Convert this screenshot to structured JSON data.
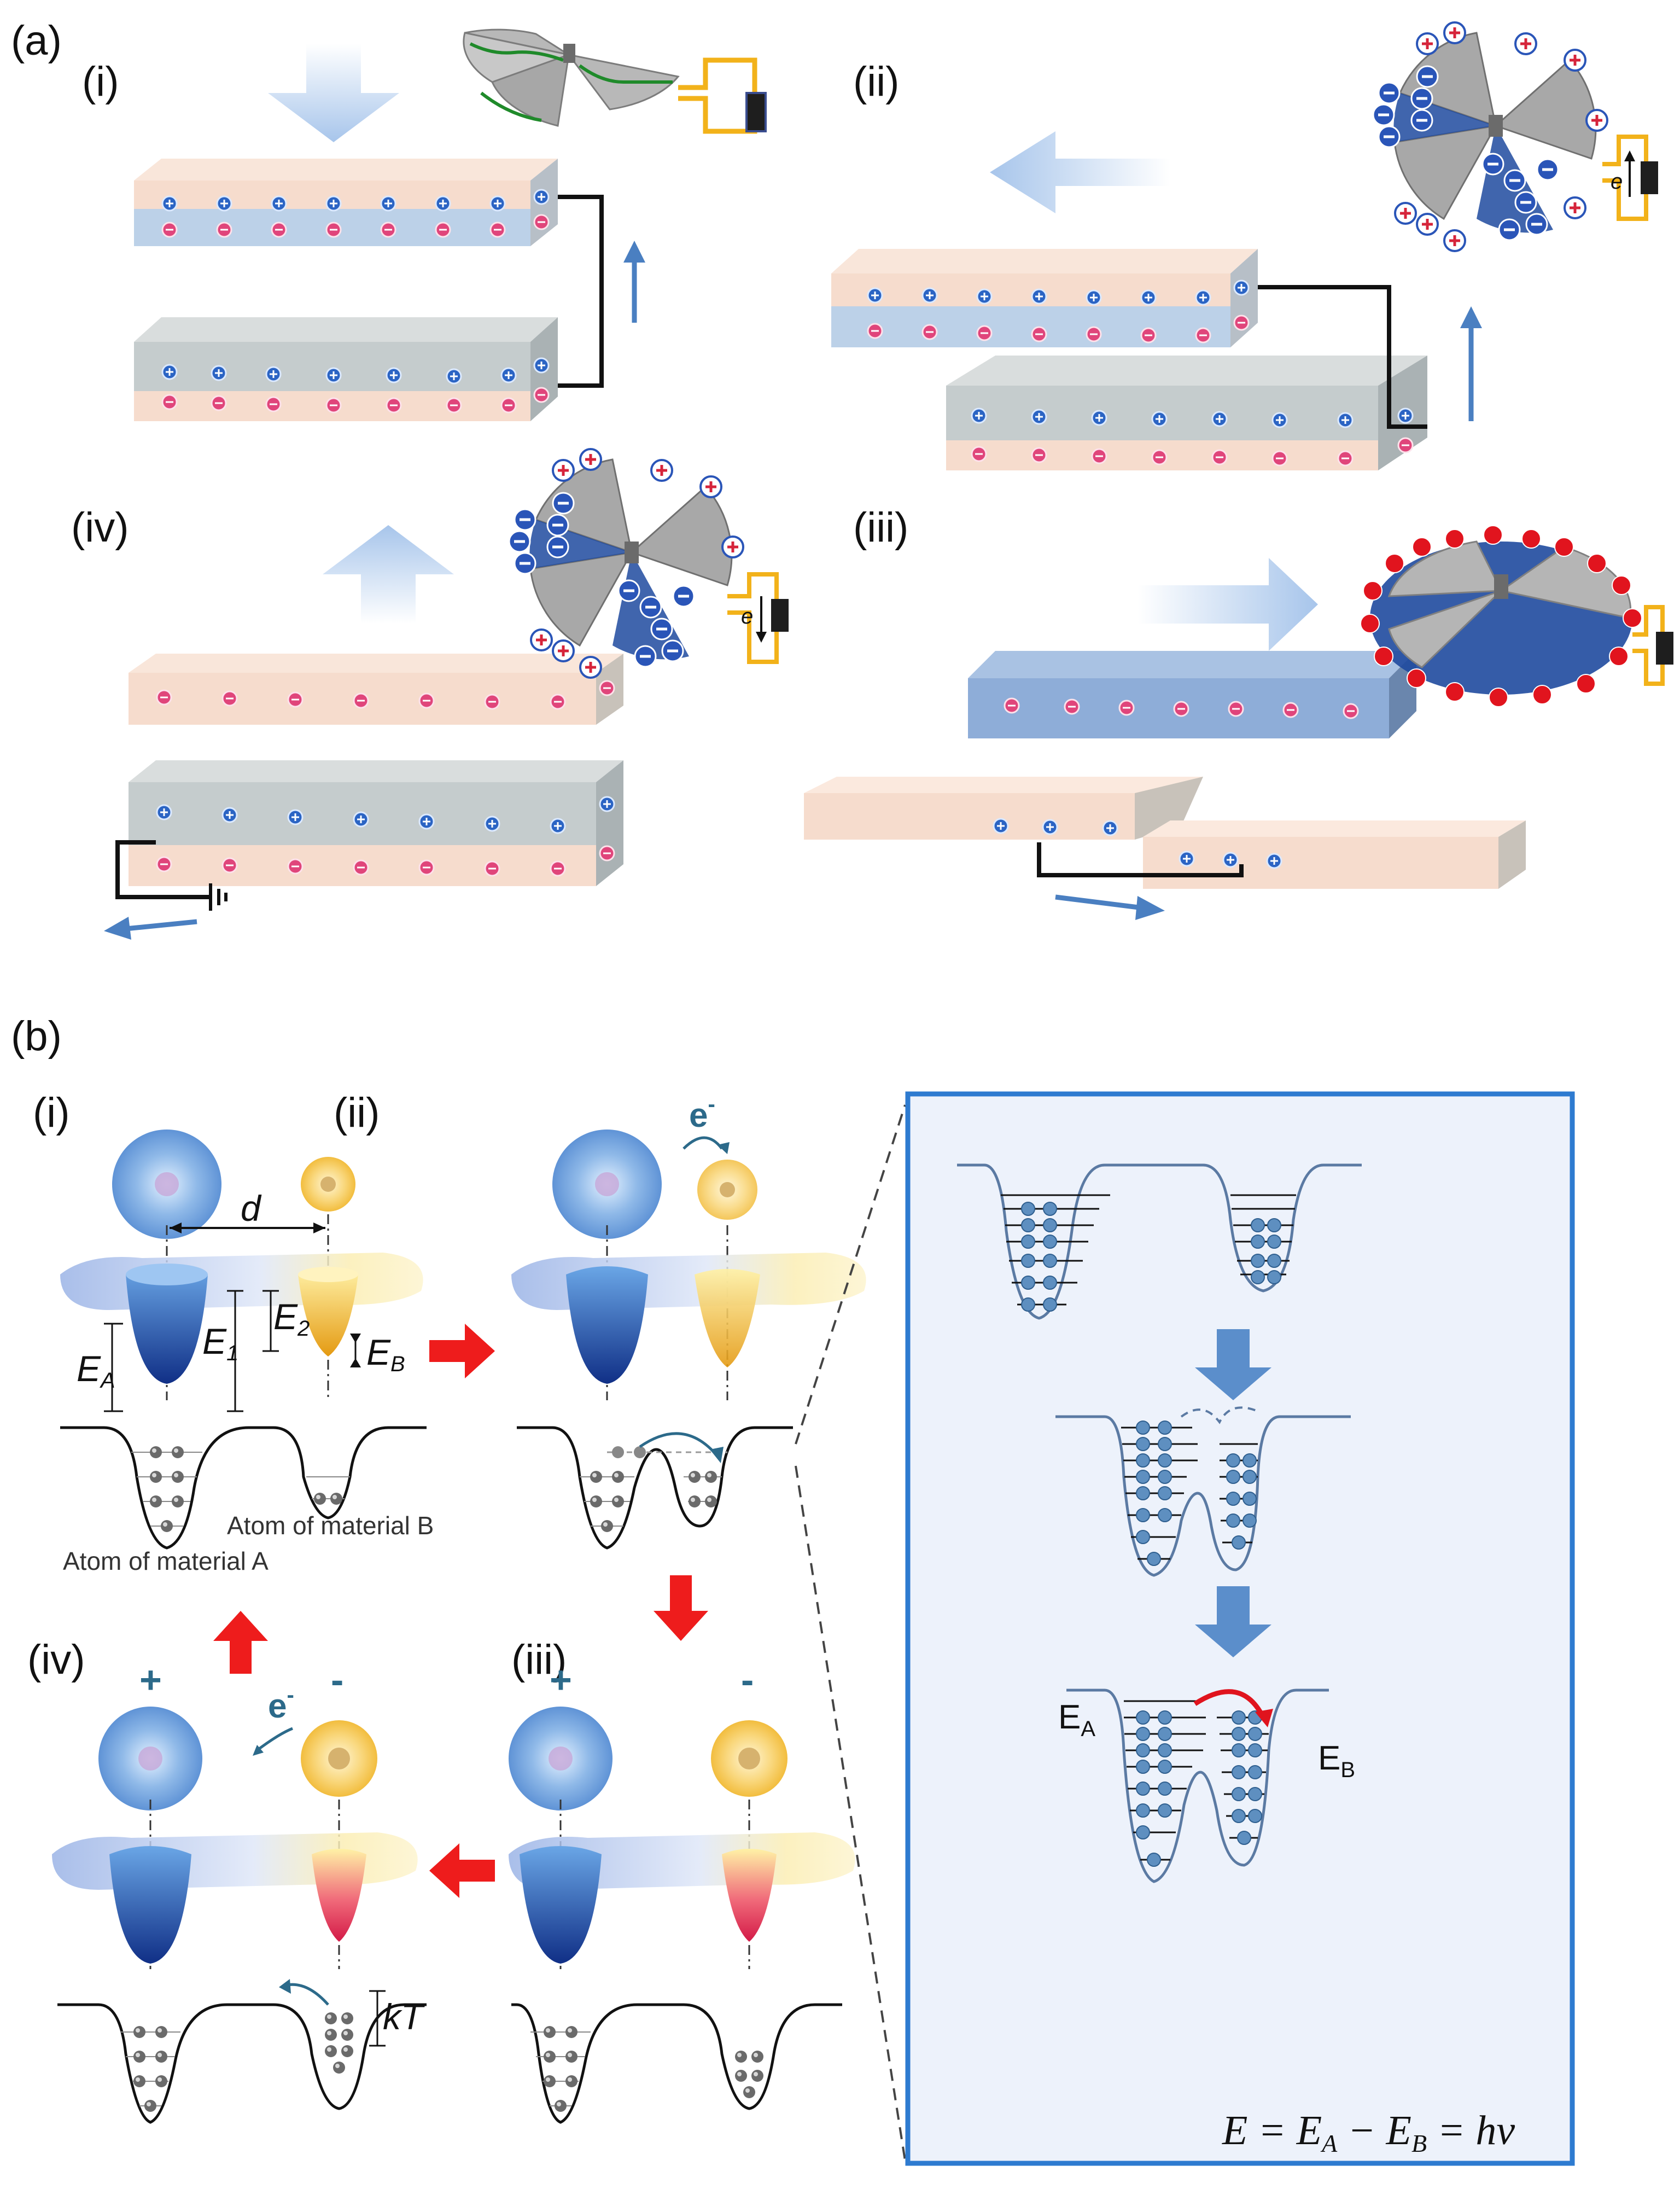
{
  "panel_a": {
    "label": "(a)",
    "steps": [
      "(i)",
      "(ii)",
      "(iii)",
      "(iv)"
    ],
    "electron_symbol": "e",
    "colors": {
      "blue_layer": "#bcd1e8",
      "peach_layer": "#f6dccd",
      "gray_layer": "#c5cccd",
      "arrow": "#4a7fc1",
      "wire": "#f2b21a",
      "device": "#a4a6a6"
    }
  },
  "panel_b": {
    "label": "(b)",
    "steps": [
      "(i)",
      "(ii)",
      "(iii)",
      "(iv)"
    ],
    "distance_label": "d",
    "energy_labels": {
      "EA": "E",
      "EA_sub": "A",
      "E1": "E",
      "E1_sub": "1",
      "E2": "E",
      "E2_sub": "2",
      "EB": "E",
      "EB_sub": "B"
    },
    "electron_label": "e",
    "electron_sup": "-",
    "atom_a_label": "Atom of material A",
    "atom_b_label": "Atom of material B",
    "plus": "+",
    "minus": "-",
    "kt_label": "kT",
    "inset": {
      "ea_main": "E",
      "ea_sub": "A",
      "eb_main": "E",
      "eb_sub": "B",
      "equation": "E = E",
      "eq_sub_a": "A",
      "eq_mid": " − E",
      "eq_sub_b": "B",
      "eq_end": " = hν"
    },
    "colors": {
      "red_arrow": "#ee1c1c",
      "inset_border": "#2e7bd0",
      "inset_bg": "#edf2fb",
      "well_blue": "#1f3f9a",
      "well_orange": "#f4b018",
      "well_red": "#e02a52"
    }
  }
}
